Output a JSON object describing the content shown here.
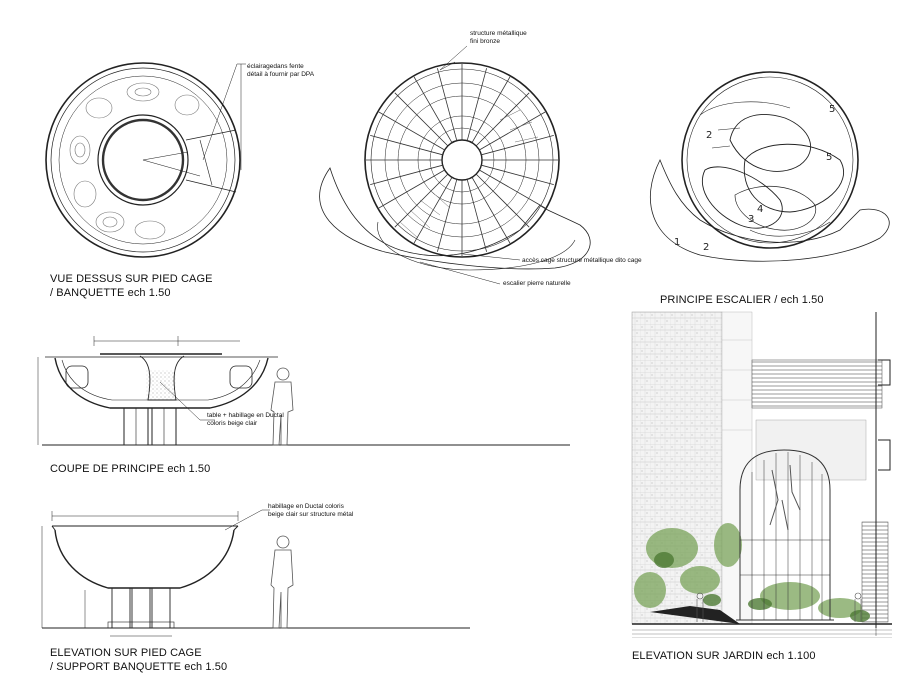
{
  "plan_top": {
    "caption_line1": "VUE DESSUS SUR PIED CAGE",
    "caption_line2": "/ BANQUETTE ech 1.50",
    "note_line1": "éclairagedans fente",
    "note_line2": "détail à fournir par DPA"
  },
  "plan_structure": {
    "note_top_line1": "structure métallique",
    "note_top_line2": "fini bronze",
    "note_access": "accès cage structure métallique dito cage",
    "note_stair": "escalier pierre naturelle"
  },
  "plan_stair": {
    "caption": "PRINCIPE ESCALIER / ech 1.50",
    "step_numbers": [
      "1",
      "2",
      "3",
      "4",
      "5",
      "5",
      "2"
    ]
  },
  "section": {
    "caption": "COUPE DE PRINCIPE ech 1.50",
    "note_line1": "table + habillage en Ductal",
    "note_line2": "coloris beige clair"
  },
  "elevation_pedestal": {
    "caption_line1": "ELEVATION SUR PIED CAGE",
    "caption_line2": "/ SUPPORT BANQUETTE ech 1.50",
    "note_line1": "habillage en Ductal coloris",
    "note_line2": "beige clair sur structure métal"
  },
  "elevation_garden": {
    "caption": "ELEVATION SUR JARDIN ech 1.100"
  }
}
